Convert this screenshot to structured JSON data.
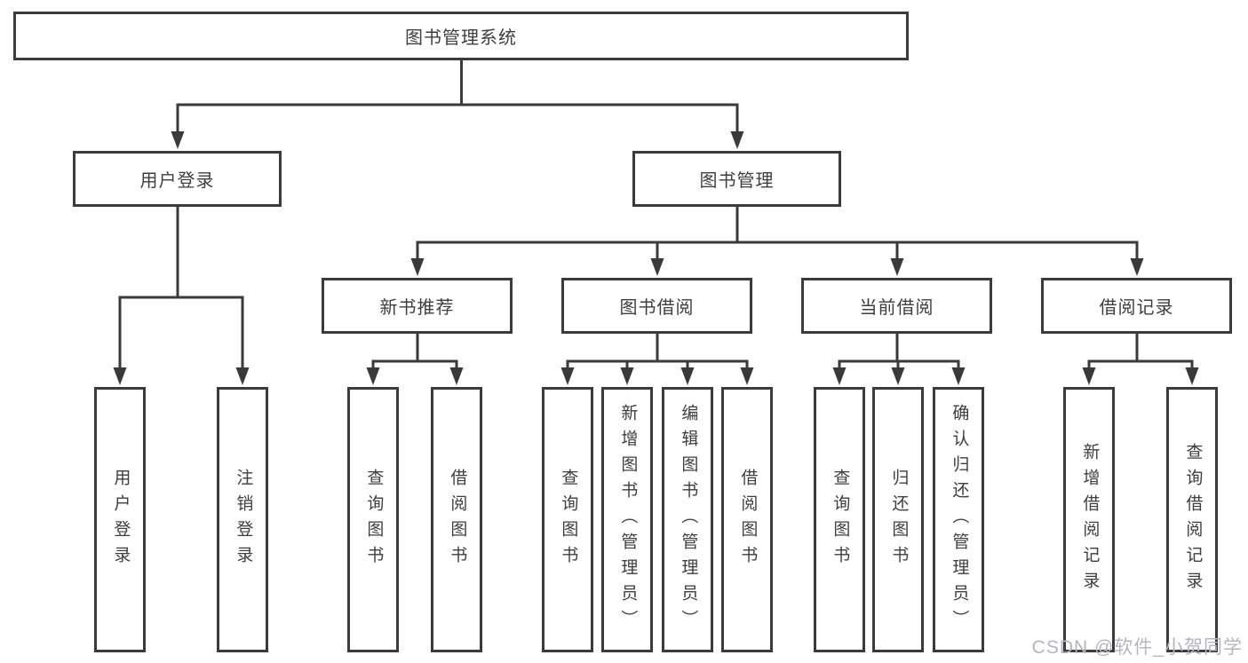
{
  "diagram": {
    "tree": {
      "label": "图书管理系统",
      "children": [
        {
          "label": "用户登录",
          "children": [
            {
              "label": "用户登录"
            },
            {
              "label": "注销登录"
            }
          ]
        },
        {
          "label": "图书管理",
          "children": [
            {
              "label": "新书推荐",
              "children": [
                {
                  "label": "查询图书"
                },
                {
                  "label": "借阅图书"
                }
              ]
            },
            {
              "label": "图书借阅",
              "children": [
                {
                  "label": "查询图书"
                },
                {
                  "label": "新增图书（管理员）"
                },
                {
                  "label": "编辑图书（管理员）"
                },
                {
                  "label": "借阅图书"
                }
              ]
            },
            {
              "label": "当前借阅",
              "children": [
                {
                  "label": "查询图书"
                },
                {
                  "label": "归还图书"
                },
                {
                  "label": "确认归还（管理员）"
                }
              ]
            },
            {
              "label": "借阅记录",
              "children": [
                {
                  "label": "新增借阅记录"
                },
                {
                  "label": "查询借阅记录"
                }
              ]
            }
          ]
        }
      ]
    },
    "colors": {
      "line": "#3a3a3a",
      "box_border": "#3b3b3b",
      "text": "#3e3e3e",
      "background": "#ffffff",
      "watermark_text": "#b3b7bd"
    }
  },
  "watermark": {
    "text": "CSDN @软件_小贺同学"
  }
}
